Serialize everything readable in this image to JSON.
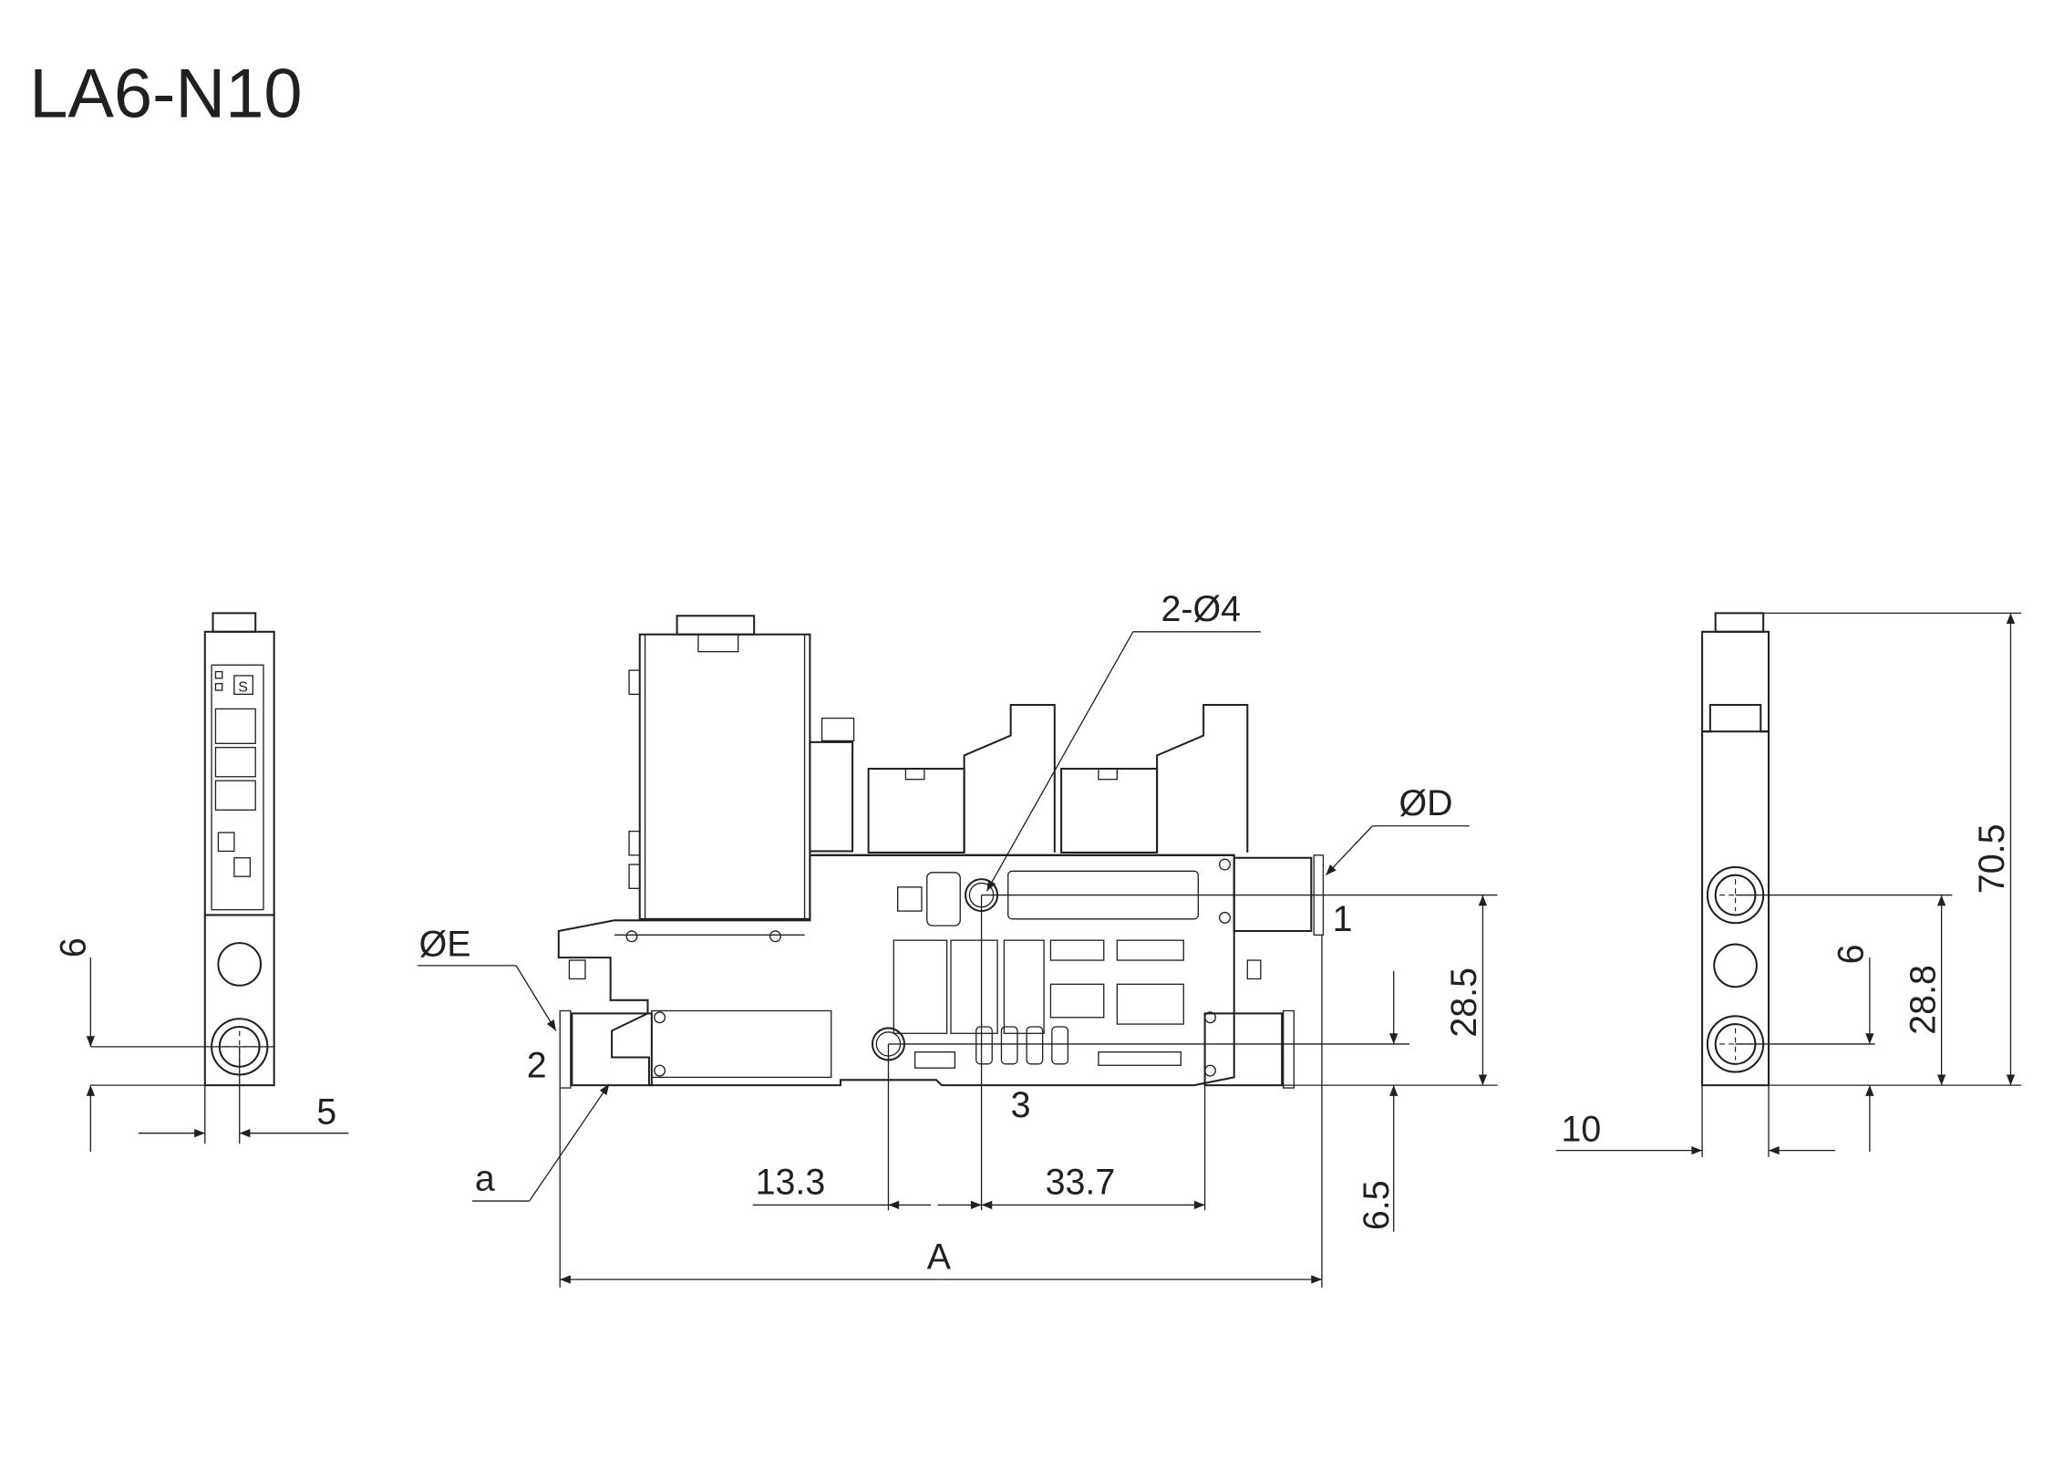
{
  "title": "LA6-N10",
  "front_view": {
    "callout_holes": "2-Ø4",
    "callout_d": "ØD",
    "callout_e": "ØE",
    "port_1": "1",
    "port_2": "2",
    "port_3": "3",
    "callout_a": "a",
    "dim_13_3": "13.3",
    "dim_33_7": "33.7",
    "dim_a": "A",
    "dim_6_5": "6.5",
    "dim_28_5": "28.5"
  },
  "left_view": {
    "dim_6": "6",
    "dim_5": "5",
    "panel_s": "S"
  },
  "right_view": {
    "dim_70_5": "70.5",
    "dim_28_8": "28.8",
    "dim_6": "6",
    "dim_10": "10"
  }
}
